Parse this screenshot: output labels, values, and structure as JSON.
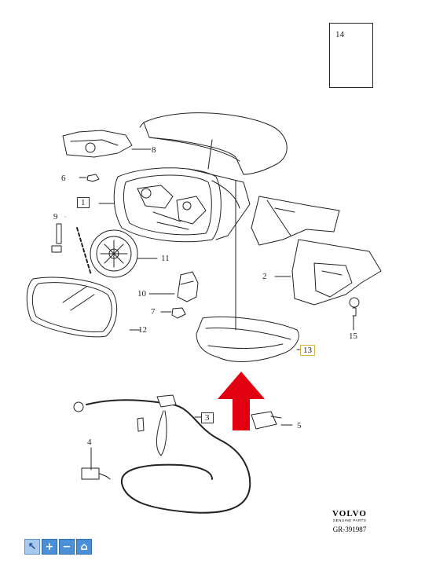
{
  "diagram": {
    "parts": {
      "p1": "1",
      "p2": "2",
      "p3": "3",
      "p4": "4",
      "p5": "5",
      "p6": "6",
      "p7": "7",
      "p8": "8",
      "p9": "9",
      "p10": "10",
      "p11": "11",
      "p12": "12",
      "p13": "13",
      "p14": "14",
      "p15": "15"
    },
    "brand_logo": "VOLVO",
    "brand_tagline": "GENUINE PARTS",
    "reference": "GR-391987",
    "highlight_arrow_color": "#e0000f",
    "highlight_box_color": "#d9b24a"
  },
  "toolbar": {
    "buttons": [
      {
        "icon": "pointer-icon",
        "glyph": "↖"
      },
      {
        "icon": "zoom-in-icon",
        "glyph": "+"
      },
      {
        "icon": "zoom-out-icon",
        "glyph": "−"
      },
      {
        "icon": "home-icon",
        "glyph": "⌂"
      }
    ]
  }
}
